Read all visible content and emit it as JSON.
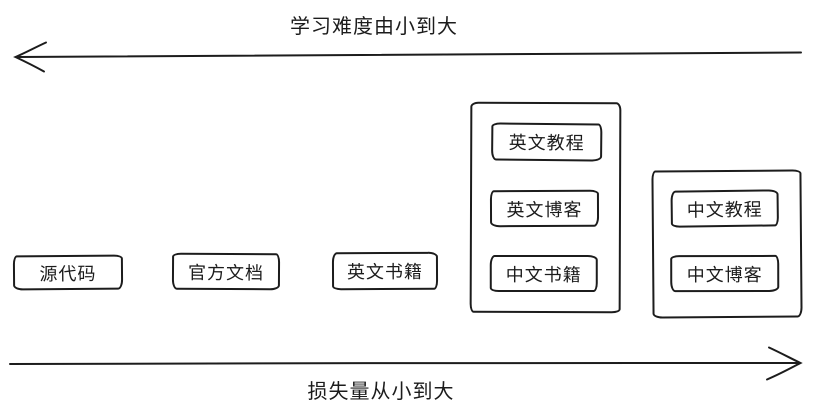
{
  "colors": {
    "background": "#ffffff",
    "ink": "#1c1c1c"
  },
  "axes": {
    "top": {
      "label": "学习难度由小到大",
      "direction": "left"
    },
    "bottom": {
      "label": "损失量从小到大",
      "direction": "right"
    }
  },
  "nodes": {
    "standalone": [
      {
        "label": "源代码"
      },
      {
        "label": "官方文档"
      },
      {
        "label": "英文书籍"
      }
    ],
    "groups": [
      {
        "items": [
          {
            "label": "英文教程"
          },
          {
            "label": "英文博客"
          },
          {
            "label": "中文书籍"
          }
        ]
      },
      {
        "items": [
          {
            "label": "中文教程"
          },
          {
            "label": "中文博客"
          }
        ]
      }
    ]
  }
}
